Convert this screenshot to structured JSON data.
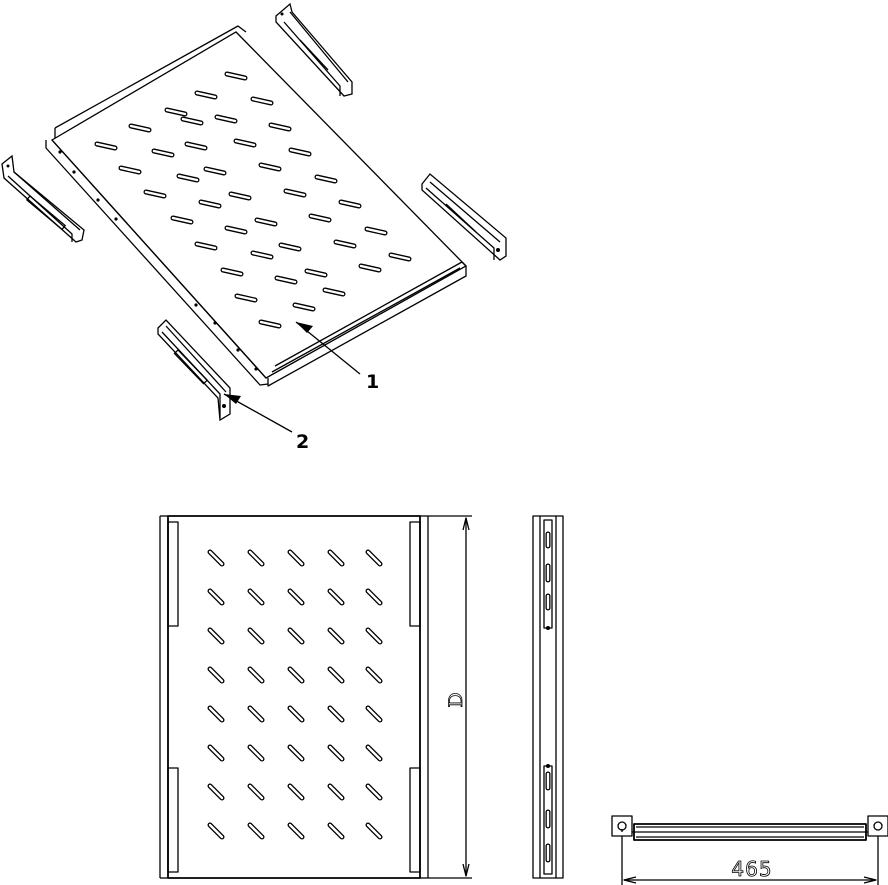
{
  "callouts": {
    "shelf": "1",
    "bracket": "2"
  },
  "dimensions": {
    "width": "465",
    "depth": "D"
  }
}
